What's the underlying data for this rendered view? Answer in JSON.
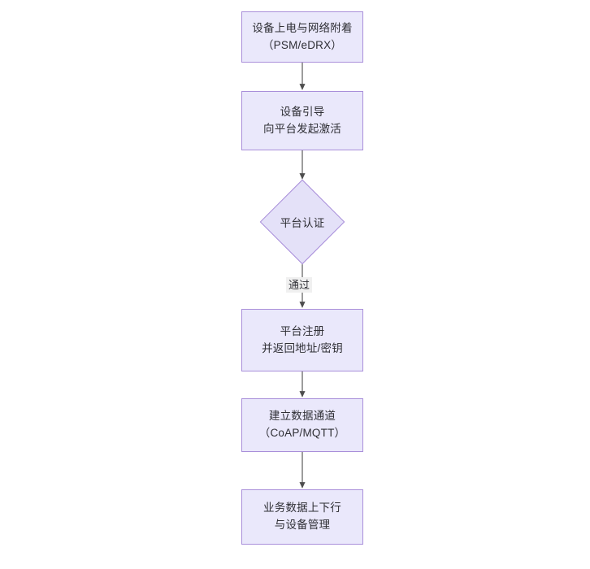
{
  "diagram": {
    "type": "flowchart",
    "orientation": "top-to-bottom",
    "title": "",
    "background_color": "#ffffff",
    "node_fill_color": "#eae8fb",
    "node_border_color": "#a98fda",
    "node_text_color": "#2f2f35",
    "edge_color": "#4d4d4d",
    "edge_label_background": "#f0f0f0",
    "nodes": [
      {
        "id": "n1",
        "shape": "rectangle",
        "label": "设备上电与网络附着\n（PSM/eDRX）"
      },
      {
        "id": "n2",
        "shape": "rectangle",
        "label": "设备引导\n向平台发起激活"
      },
      {
        "id": "n3",
        "shape": "diamond",
        "label": "平台认证"
      },
      {
        "id": "n4",
        "shape": "rectangle",
        "label": "平台注册\n并返回地址/密钥"
      },
      {
        "id": "n5",
        "shape": "rectangle",
        "label": "建立数据通道\n（CoAP/MQTT）"
      },
      {
        "id": "n6",
        "shape": "rectangle",
        "label": "业务数据上下行\n与设备管理"
      }
    ],
    "edges": [
      {
        "from": "n1",
        "to": "n2",
        "label": ""
      },
      {
        "from": "n2",
        "to": "n3",
        "label": ""
      },
      {
        "from": "n3",
        "to": "n4",
        "label": "通过"
      },
      {
        "from": "n4",
        "to": "n5",
        "label": ""
      },
      {
        "from": "n5",
        "to": "n6",
        "label": ""
      }
    ]
  }
}
